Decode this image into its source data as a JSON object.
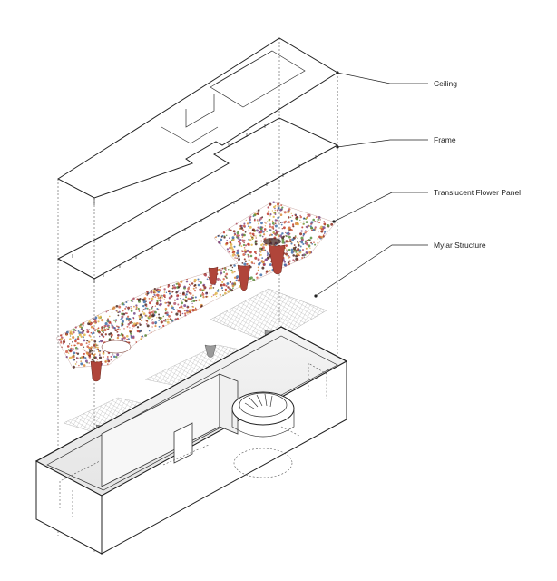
{
  "layers": [
    {
      "id": "ceiling",
      "label": "Ceiling"
    },
    {
      "id": "frame",
      "label": "Frame"
    },
    {
      "id": "flower-panel",
      "label": "Translucent Flower Panel"
    },
    {
      "id": "mylar",
      "label": "Mylar Structure"
    }
  ],
  "colors": {
    "line": "#222222",
    "flower_palette": [
      "#c0392b",
      "#8e2b1f",
      "#d98a3a",
      "#e0b44a",
      "#7a4a8c",
      "#3f6fa8",
      "#5a8f3c",
      "#b5556a",
      "#4b2a22",
      "#d1614b"
    ],
    "mylar": "#888888",
    "volume_shade": "#e9e9e9"
  }
}
